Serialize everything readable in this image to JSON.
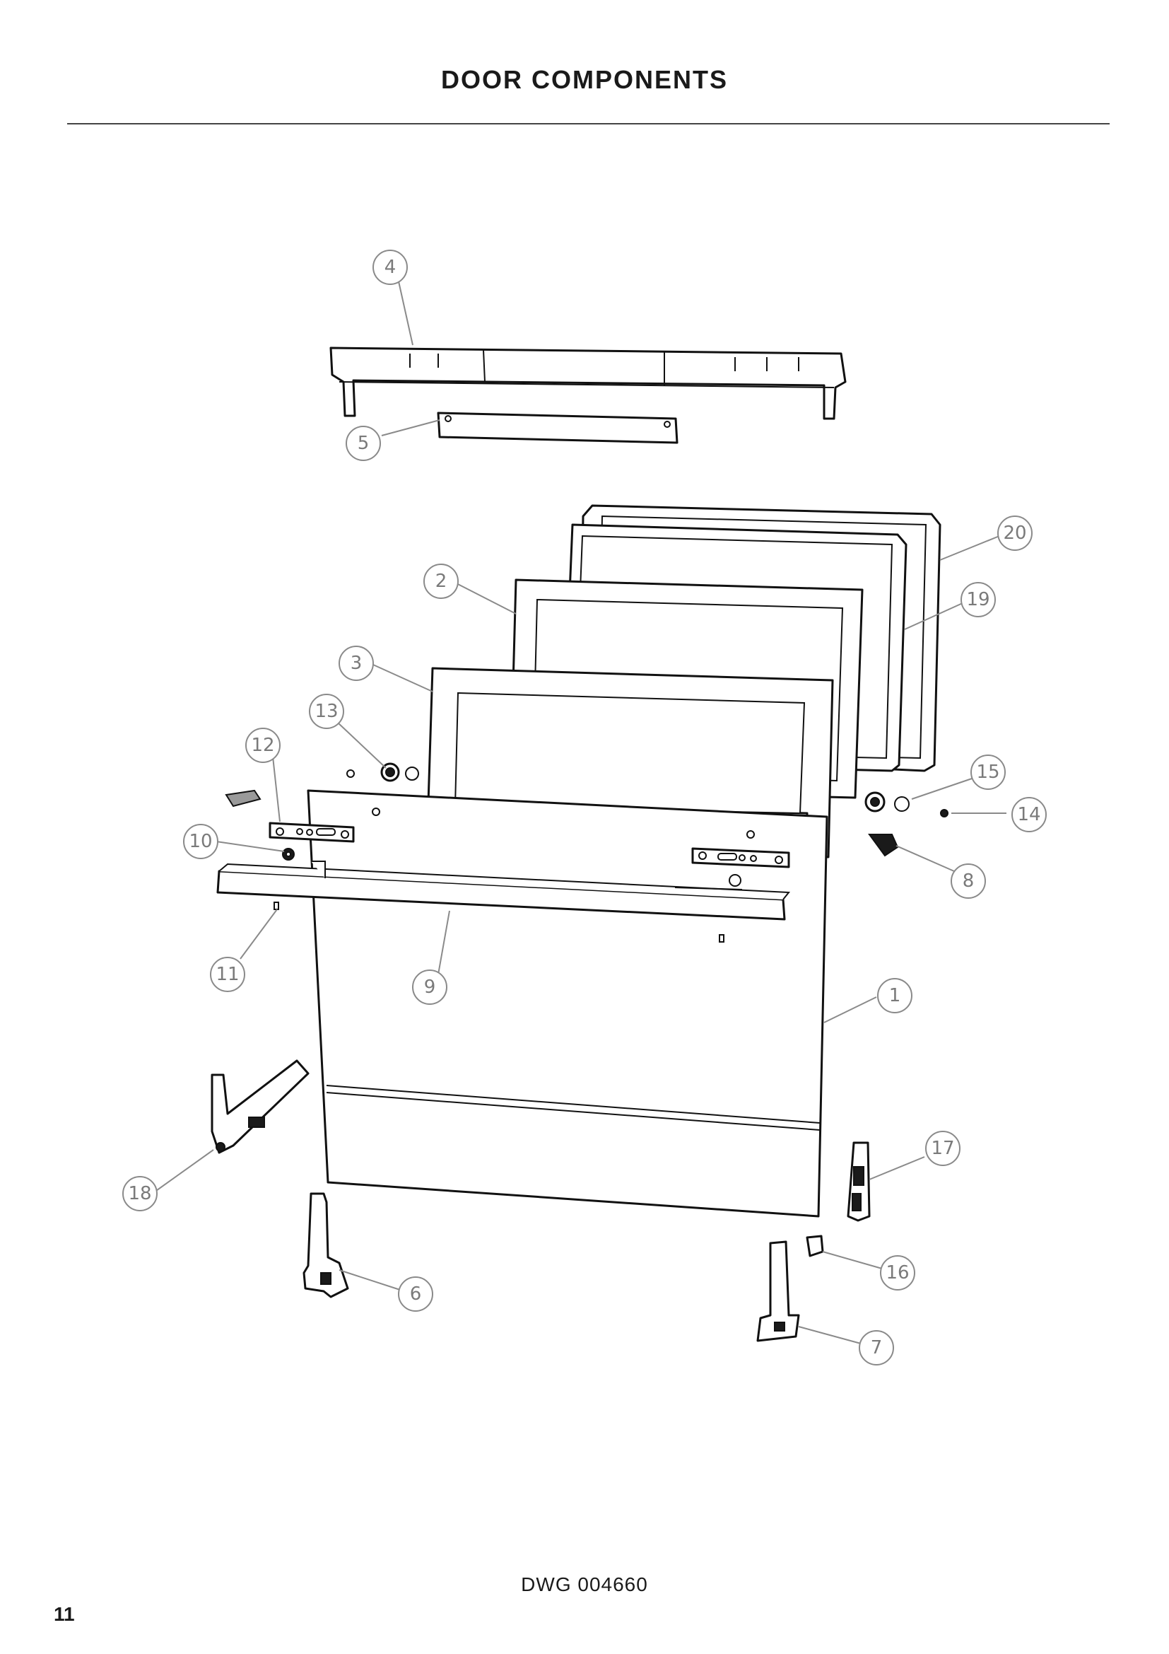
{
  "title": "DOOR COMPONENTS",
  "drawing_number": "DWG 004660",
  "page_number": "11",
  "callouts": {
    "c1": "1",
    "c2": "2",
    "c3": "3",
    "c4": "4",
    "c5": "5",
    "c6": "6",
    "c7": "7",
    "c8": "8",
    "c9": "9",
    "c10": "10",
    "c11": "11",
    "c12": "12",
    "c13": "13",
    "c14": "14",
    "c15": "15",
    "c16": "16",
    "c17": "17",
    "c18": "18",
    "c19": "19",
    "c20": "20"
  }
}
